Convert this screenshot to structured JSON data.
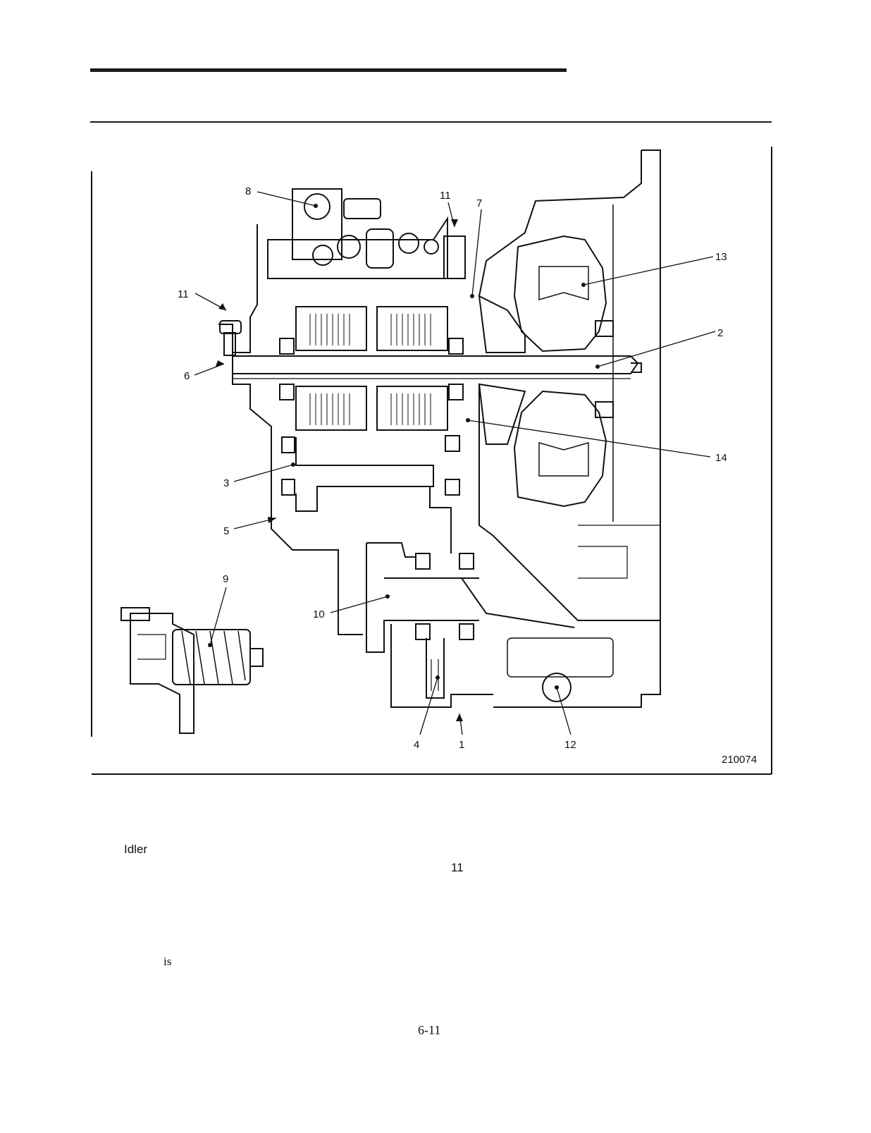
{
  "figure": {
    "callouts": {
      "c8": "8",
      "c11a": "11",
      "c7": "7",
      "c13": "13",
      "c11b": "11",
      "c2": "2",
      "c6": "6",
      "c14": "14",
      "c3": "3",
      "c5": "5",
      "c9": "9",
      "c10": "10",
      "c4": "4",
      "c1": "1",
      "c12": "12"
    },
    "figure_id": "210074"
  },
  "body_text": {
    "word_idler": "Idler",
    "callout_ref": "11",
    "word_is": "is"
  },
  "footer": {
    "page_number": "6-11"
  }
}
